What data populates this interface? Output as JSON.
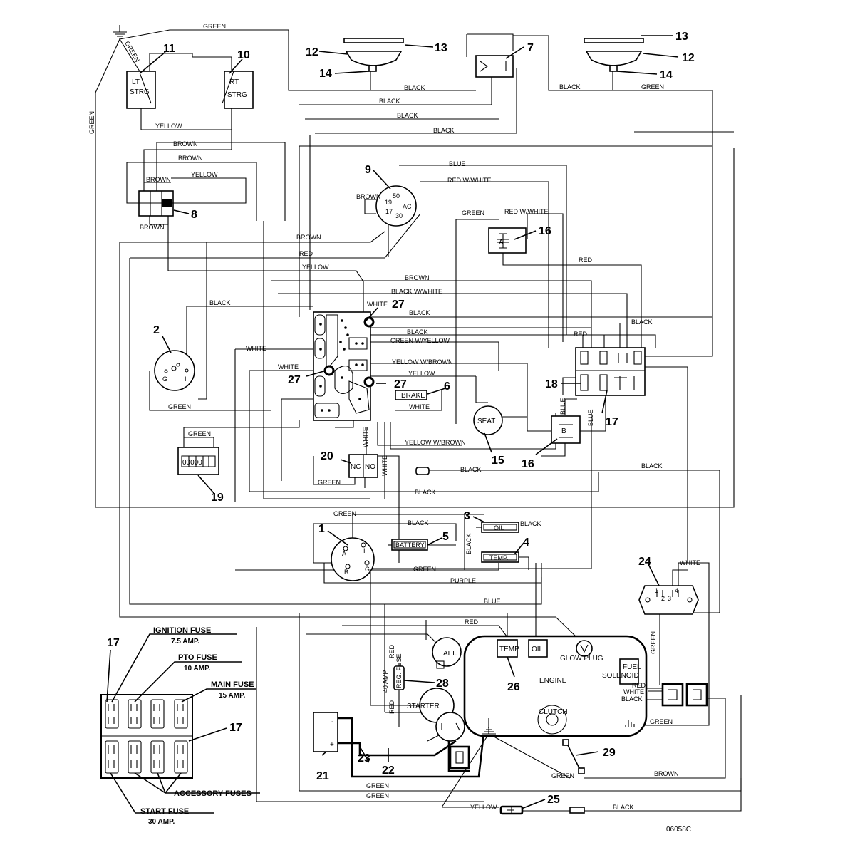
{
  "figure_id": "06058C",
  "callouts": [
    "1",
    "2",
    "3",
    "4",
    "5",
    "6",
    "7",
    "8",
    "9",
    "10",
    "11",
    "12",
    "13",
    "14",
    "15",
    "16",
    "17",
    "18",
    "19",
    "20",
    "21",
    "22",
    "23",
    "24",
    "25",
    "26",
    "27",
    "28",
    "29"
  ],
  "components": {
    "lt_strg": [
      "LT",
      "STRG"
    ],
    "rt_strg": [
      "RT",
      "STRG"
    ],
    "seat": "SEAT",
    "brake": "BRAKE",
    "battery": "BATTERY",
    "oil": "OIL",
    "temp": "TEMP.",
    "engine": "ENGINE",
    "engine_temp": "TEMP",
    "engine_oil": "OIL",
    "glow_plug": "GLOW PLUG",
    "fuel_solenoid": [
      "FUEL",
      "SOLENOID"
    ],
    "clutch": "CLUTCH",
    "starter": "STARTER",
    "alt": "ALT.",
    "reg_fuse": [
      "40 AMP",
      "REG. FUSE"
    ],
    "relay_a": "A",
    "relay_b": "B",
    "nc": "NC",
    "no": "NO",
    "hour_meter": "00000",
    "key_switch_pins": [
      "50",
      "19",
      "17",
      "30",
      "AC"
    ],
    "switch2_pins": [
      "G",
      "I"
    ],
    "switch1_pins": [
      "A",
      "I",
      "B",
      "G"
    ],
    "module24_pins": [
      "1",
      "2",
      "3",
      "4"
    ]
  },
  "fuse_legend": {
    "ignition": "IGNITION FUSE",
    "ignition_amp": "7.5 AMP.",
    "pto": "PTO FUSE",
    "pto_amp": "10 AMP.",
    "main": "MAIN FUSE",
    "main_amp": "15 AMP.",
    "accessory": "ACCESSORY FUSES",
    "start": "START FUSE",
    "start_amp": "30 AMP."
  },
  "wire_colors": {
    "green": "GREEN",
    "black": "BLACK",
    "yellow": "YELLOW",
    "brown": "BROWN",
    "red": "RED",
    "white": "WHITE",
    "blue": "BLUE",
    "purple": "PURPLE",
    "red_white": "RED W/WHITE",
    "black_white": "BLACK W/WHITE",
    "green_yellow": "GREEN W/YELLOW",
    "yellow_brown": "YELLOW W/BROWN"
  },
  "colors": {
    "ink": "#000000",
    "paper": "#ffffff"
  }
}
